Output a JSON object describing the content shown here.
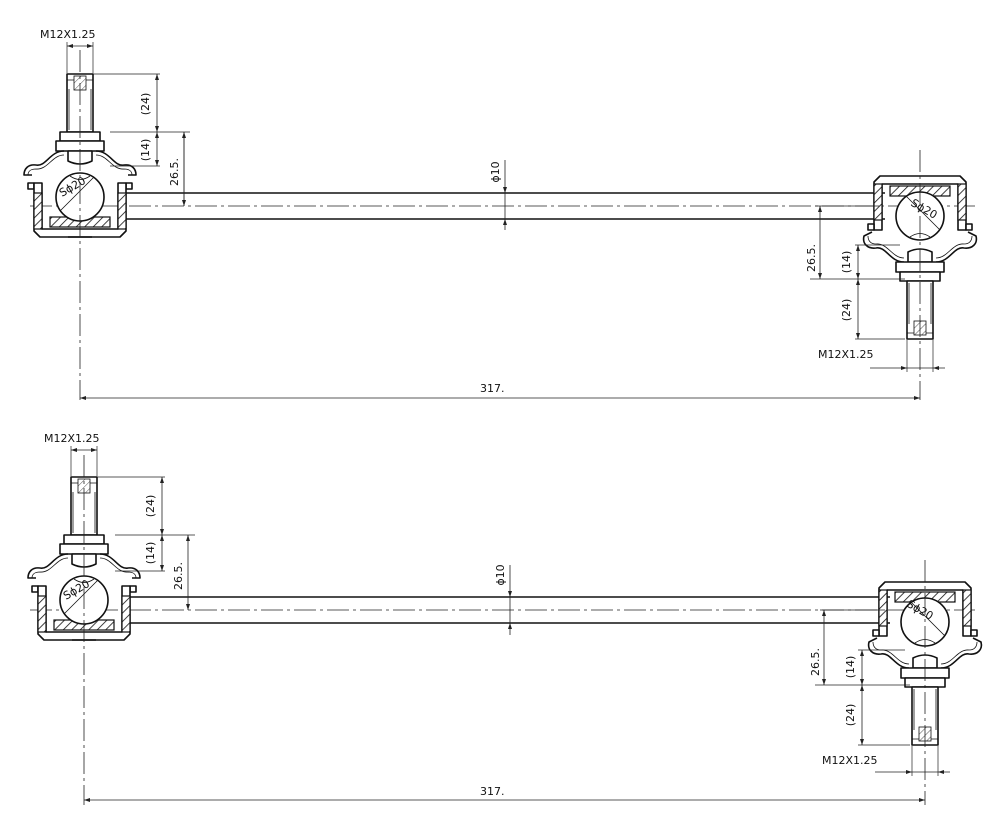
{
  "views": [
    {
      "id": "upper",
      "labels": {
        "thread_left": "M12X1.25",
        "thread_right": "M12X1.25",
        "stud_length_left": "(24)",
        "stud_length_right": "(24)",
        "neck_left": "(14)",
        "neck_right": "(14)",
        "height_left": "26.5.",
        "height_right": "26.5.",
        "ball_left": "Sϕ20",
        "ball_right": "Sϕ20",
        "rod_diameter": "ϕ10",
        "overall_length": "317."
      }
    },
    {
      "id": "lower",
      "labels": {
        "thread_left": "M12X1.25",
        "thread_right": "M12X1.25",
        "stud_length_left": "(24)",
        "stud_length_right": "(24)",
        "neck_left": "(14)",
        "neck_right": "(14)",
        "height_left": "26.5.",
        "height_right": "26.5.",
        "ball_left": "Sϕ20",
        "ball_right": "Sϕ20",
        "rod_diameter": "ϕ10",
        "overall_length": "317."
      }
    }
  ]
}
